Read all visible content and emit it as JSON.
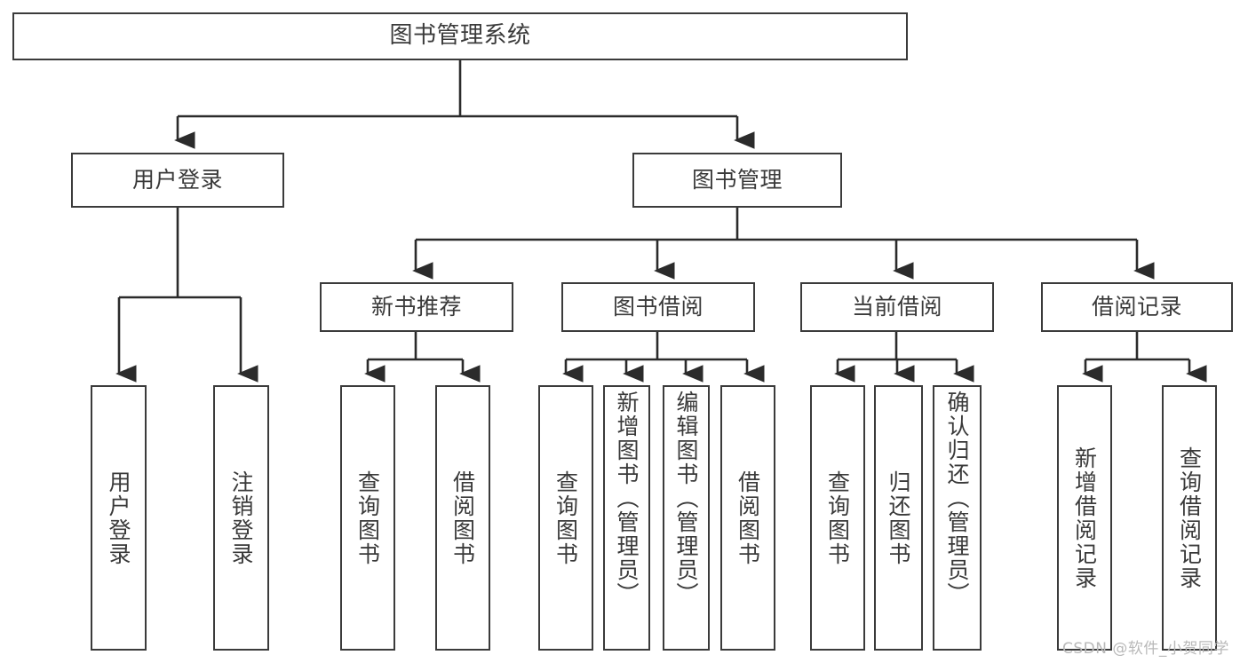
{
  "diagram": {
    "type": "tree",
    "title": "图书管理系统",
    "orientation": "top-down",
    "colors": {
      "background": "#ffffff",
      "box_border": "#3b3b3b",
      "box_fill": "#ffffff",
      "text": "#3a3a3a",
      "connector": "#2b2b2b",
      "watermark": "#b9b9b9"
    },
    "nodes": {
      "root": {
        "label": "图书管理系统",
        "level": 0,
        "text_direction": "horizontal"
      },
      "l1": [
        {
          "id": "user_login",
          "label": "用户登录",
          "level": 1,
          "text_direction": "horizontal"
        },
        {
          "id": "book_mgmt",
          "label": "图书管理",
          "level": 1,
          "text_direction": "horizontal"
        }
      ],
      "l2": [
        {
          "id": "new_book_rec",
          "label": "新书推荐",
          "level": 2,
          "text_direction": "horizontal",
          "parent": "book_mgmt"
        },
        {
          "id": "book_borrow",
          "label": "图书借阅",
          "level": 2,
          "text_direction": "horizontal",
          "parent": "book_mgmt"
        },
        {
          "id": "current_borrow",
          "label": "当前借阅",
          "level": 2,
          "text_direction": "horizontal",
          "parent": "book_mgmt"
        },
        {
          "id": "borrow_record",
          "label": "借阅记录",
          "level": 2,
          "text_direction": "horizontal",
          "parent": "book_mgmt"
        }
      ],
      "leaves": [
        {
          "id": "leaf_user_login",
          "label": "用户登录",
          "parent": "user_login",
          "text_direction": "vertical",
          "align": "centered"
        },
        {
          "id": "leaf_logout",
          "label": "注销登录",
          "parent": "user_login",
          "text_direction": "vertical",
          "align": "centered"
        },
        {
          "id": "leaf_query_book_1",
          "label": "查询图书",
          "parent": "new_book_rec",
          "text_direction": "vertical",
          "align": "centered"
        },
        {
          "id": "leaf_borrow_book_1",
          "label": "借阅图书",
          "parent": "new_book_rec",
          "text_direction": "vertical",
          "align": "centered"
        },
        {
          "id": "leaf_query_book_2",
          "label": "查询图书",
          "parent": "book_borrow",
          "text_direction": "vertical",
          "align": "centered"
        },
        {
          "id": "leaf_add_book",
          "label": "新增图书（管理员）",
          "parent": "book_borrow",
          "text_direction": "vertical",
          "align": "top"
        },
        {
          "id": "leaf_edit_book",
          "label": "编辑图书（管理员）",
          "parent": "book_borrow",
          "text_direction": "vertical",
          "align": "top"
        },
        {
          "id": "leaf_borrow_book_2",
          "label": "借阅图书",
          "parent": "book_borrow",
          "text_direction": "vertical",
          "align": "centered"
        },
        {
          "id": "leaf_query_book_3",
          "label": "查询图书",
          "parent": "current_borrow",
          "text_direction": "vertical",
          "align": "centered"
        },
        {
          "id": "leaf_return_book",
          "label": "归还图书",
          "parent": "current_borrow",
          "text_direction": "vertical",
          "align": "centered"
        },
        {
          "id": "leaf_confirm_return",
          "label": "确认归还（管理员）",
          "parent": "current_borrow",
          "text_direction": "vertical",
          "align": "top"
        },
        {
          "id": "leaf_add_record",
          "label": "新增借阅记录",
          "parent": "borrow_record",
          "text_direction": "vertical",
          "align": "centered"
        },
        {
          "id": "leaf_query_record",
          "label": "查询借阅记录",
          "parent": "borrow_record",
          "text_direction": "vertical",
          "align": "centered"
        }
      ]
    }
  },
  "watermark": {
    "text": "CSDN @软件_小贺同学"
  }
}
